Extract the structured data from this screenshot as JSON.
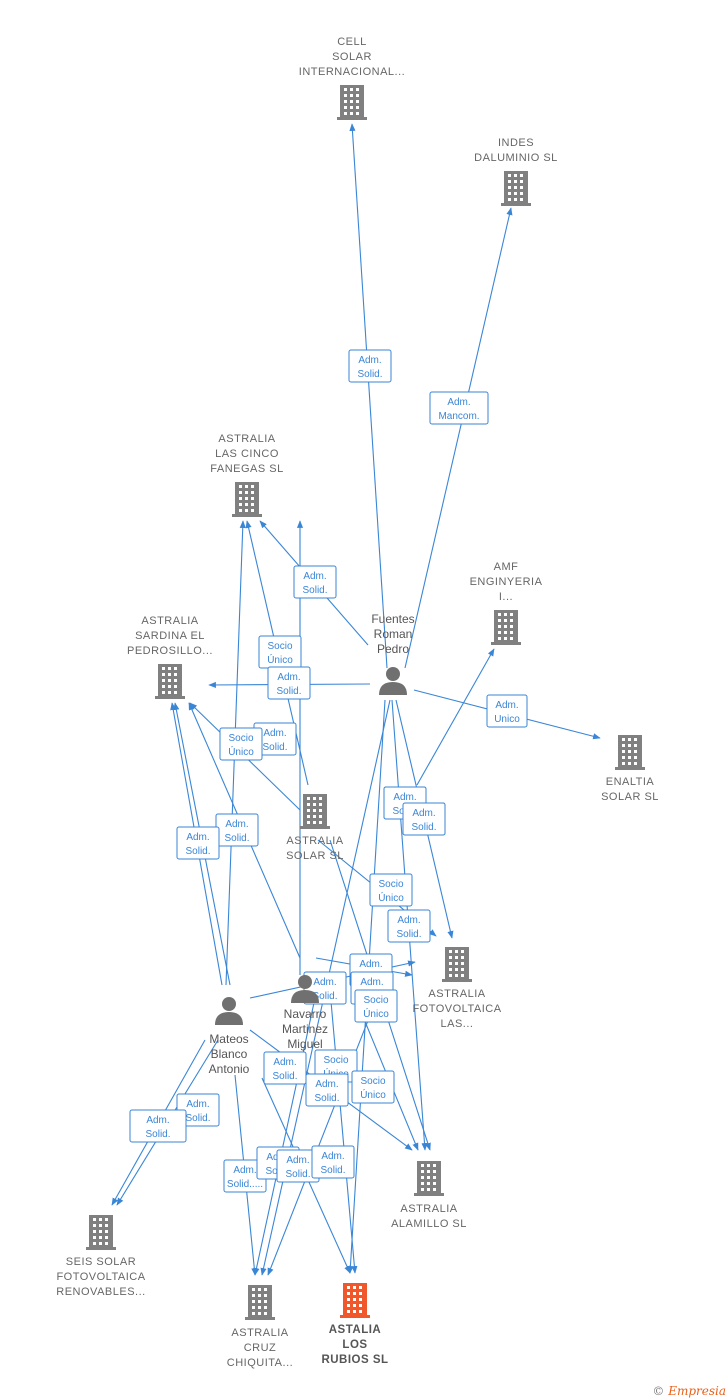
{
  "colors": {
    "edge": "#3a86d6",
    "company": "#808080",
    "highlight": "#f0572a",
    "person": "#707070"
  },
  "companies": [
    {
      "id": "cell",
      "lines": [
        "CELL",
        "SOLAR",
        "INTERNACIONAL..."
      ]
    },
    {
      "id": "indes",
      "lines": [
        "INDES",
        "DALUMINIO  SL"
      ]
    },
    {
      "id": "cinco",
      "lines": [
        "ASTRALIA",
        "LAS CINCO",
        "FANEGAS  SL"
      ]
    },
    {
      "id": "amf",
      "lines": [
        "AMF",
        "ENGINYERIA",
        "I..."
      ]
    },
    {
      "id": "sardina",
      "lines": [
        "ASTRALIA",
        "SARDINA EL",
        "PEDROSILLO..."
      ]
    },
    {
      "id": "enaltia",
      "lines": [
        "ENALTIA",
        "SOLAR  SL"
      ]
    },
    {
      "id": "solar",
      "lines": [
        "ASTRALIA",
        "SOLAR  SL"
      ]
    },
    {
      "id": "fotovoltaica",
      "lines": [
        "ASTRALIA",
        "FOTOVOLTAICA",
        "LAS..."
      ]
    },
    {
      "id": "alamillo",
      "lines": [
        "ASTRALIA",
        "ALAMILLO  SL"
      ]
    },
    {
      "id": "seis",
      "lines": [
        "SEIS SOLAR",
        "FOTOVOLTAICA",
        "RENOVABLES..."
      ]
    },
    {
      "id": "cruz",
      "lines": [
        "ASTRALIA",
        "CRUZ",
        "CHIQUITA..."
      ]
    },
    {
      "id": "rubios",
      "lines": [
        "ASTALIA",
        "LOS",
        "RUBIOS  SL"
      ],
      "main": true
    }
  ],
  "persons": [
    {
      "id": "fuentes",
      "lines": [
        "Fuentes",
        "Roman",
        "Pedro"
      ]
    },
    {
      "id": "navarro",
      "lines": [
        "Navarro",
        "Martinez",
        "Miguel"
      ]
    },
    {
      "id": "mateos",
      "lines": [
        "Mateos",
        "Blanco",
        "Antonio"
      ]
    }
  ],
  "edge_labels": [
    [
      "Adm.",
      "Solid."
    ],
    [
      "Adm.",
      "Mancom."
    ],
    [
      "Adm.",
      "Solid."
    ],
    [
      "Socio",
      "Único"
    ],
    [
      "Adm.",
      "Solid."
    ],
    [
      "Adm.",
      "Unico"
    ],
    [
      "Adm.",
      "Solid."
    ],
    [
      "Socio",
      "Único"
    ],
    [
      "Adm.",
      "Solid."
    ],
    [
      "Adm.",
      "Solid."
    ],
    [
      "Adm.",
      "Solid."
    ],
    [
      "Adm.",
      "Solid."
    ],
    [
      "Socio",
      "Único"
    ],
    [
      "Adm.",
      "Solid."
    ],
    [
      "Adm.",
      "Solid."
    ],
    [
      "Adm.",
      "Solid."
    ],
    [
      "Adm.",
      "Solid."
    ],
    [
      "Socio",
      "Único"
    ],
    [
      "Adm.",
      "Solid."
    ],
    [
      "Socio",
      "Único"
    ],
    [
      "Adm.",
      "Solid."
    ],
    [
      "Socio",
      "Único"
    ],
    [
      "Adm.",
      "Solid."
    ],
    [
      "Adm.",
      "Solid."
    ],
    [
      "Adm.",
      "Solid....."
    ],
    [
      "Adm.",
      "Solid."
    ],
    [
      "Adm.",
      "Solid."
    ],
    [
      "Adm.",
      "Solid."
    ],
    [
      "Adm.",
      "Solid."
    ],
    [
      "Adm.",
      "Solid."
    ]
  ],
  "footer": {
    "copyright": "©",
    "brand": "Empresia"
  }
}
